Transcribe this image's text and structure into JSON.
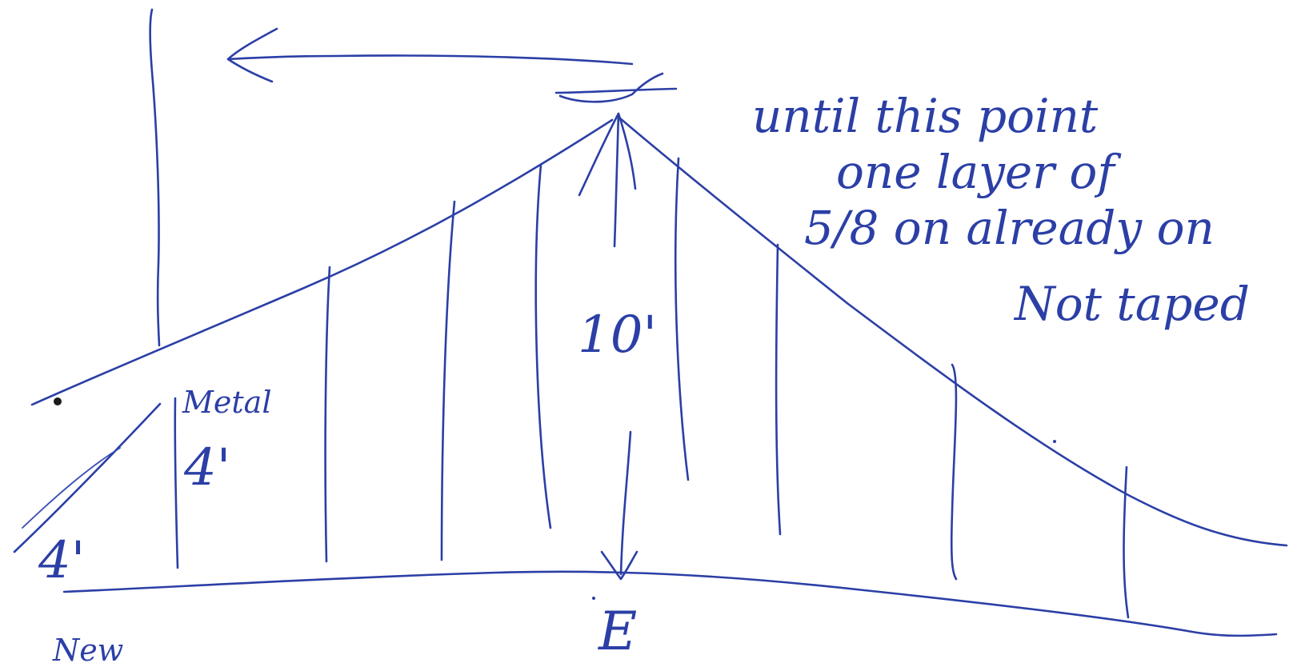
{
  "note": {
    "line1": "until this point",
    "line2": "one layer of",
    "line3": "5/8 on already on",
    "line4": "Not taped"
  },
  "dimensions": {
    "peak_height": "10'",
    "wall_height": "4'",
    "wall_width": "4'"
  },
  "labels": {
    "metal": "Metal",
    "east": "E",
    "bottom_left": "New"
  },
  "colors": {
    "ink": "#2b3fa6",
    "paper": "#ffffff"
  }
}
